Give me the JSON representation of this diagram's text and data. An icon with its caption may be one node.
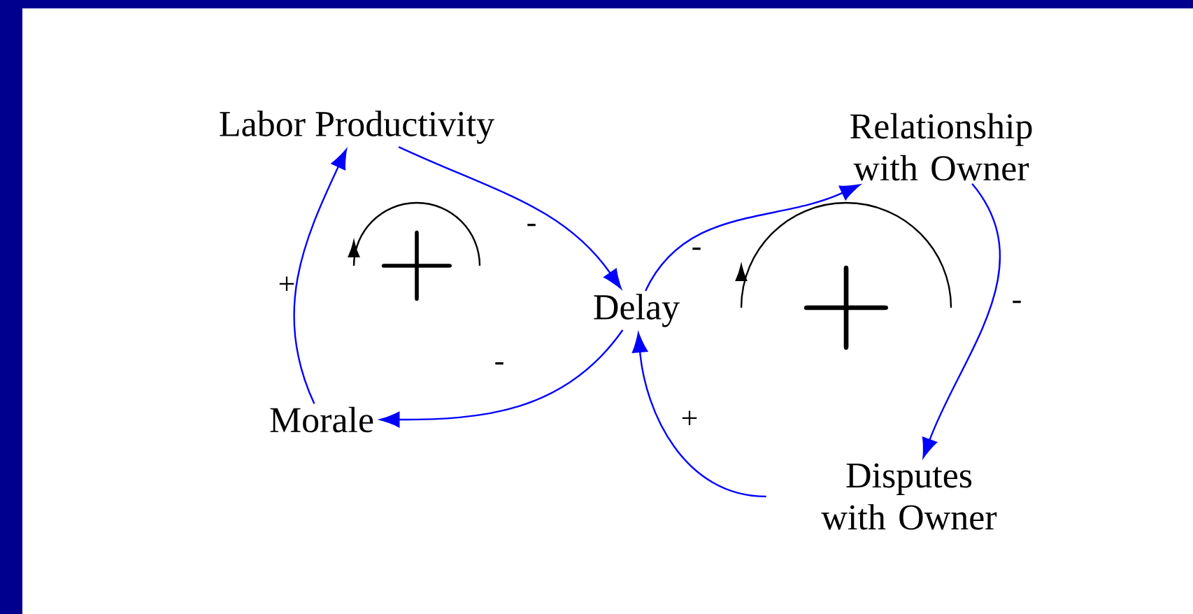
{
  "diagram": {
    "nodes": [
      {
        "text": [
          "Labor Productivity"
        ]
      },
      {
        "text": [
          "Delay"
        ]
      },
      {
        "text": [
          "Relationship with Owner"
        ]
      },
      {
        "text": [
          "Disputes with Owner"
        ]
      },
      {
        "text": [
          "Morale"
        ]
      }
    ],
    "edges": [
      {
        "from": 0,
        "to": 1,
        "arrow": "to",
        "label": "-"
      },
      {
        "from": 1,
        "to": 4,
        "arrow": "to",
        "label": "-"
      },
      {
        "from": 4,
        "to": 0,
        "arrow": "to",
        "label": "+"
      },
      {
        "from": 1,
        "to": 2,
        "arrow": "to",
        "label": "-"
      },
      {
        "from": 2,
        "to": 3,
        "arrow": "to",
        "label": "-"
      },
      {
        "from": 3,
        "to": 1,
        "arrow": "to",
        "label": "+"
      }
    ],
    "labels": [
      "+",
      "+"
    ]
  }
}
